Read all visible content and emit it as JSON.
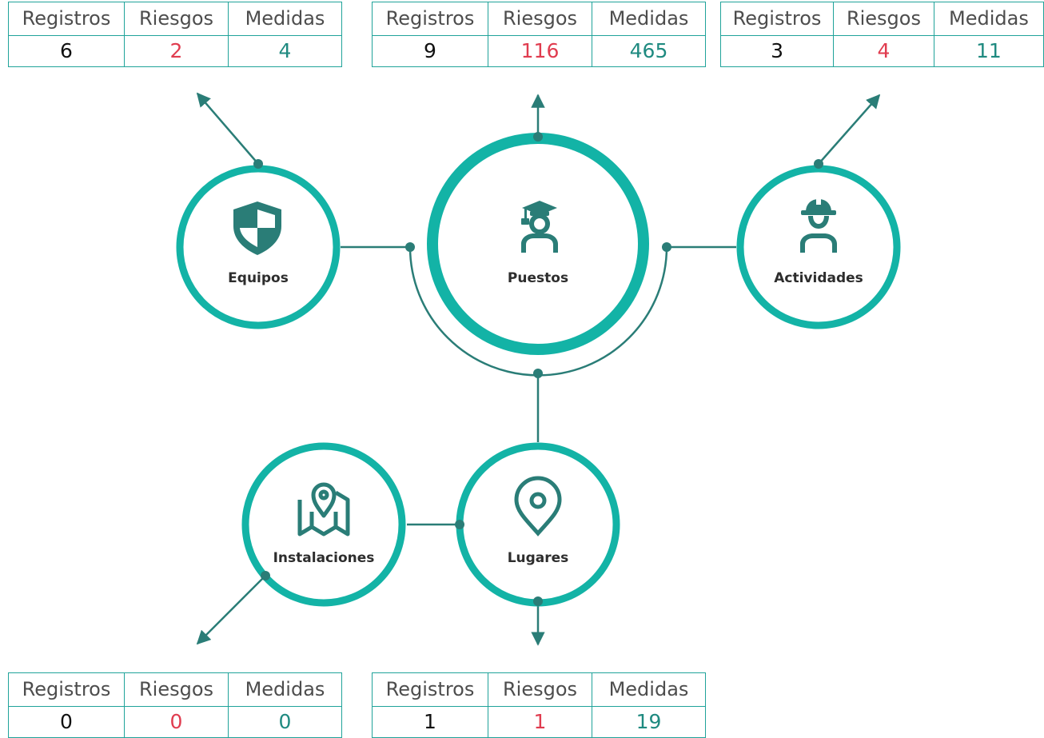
{
  "colors": {
    "ring": "#13b3a6",
    "connector": "#2a7d77",
    "icon": "#2a7d77",
    "registros": "#111111",
    "riesgos": "#e03c4f",
    "medidas": "#1f8a80"
  },
  "nodes": {
    "equipos": {
      "label": "Equipos",
      "icon": "shield-icon"
    },
    "puestos": {
      "label": "Puestos",
      "icon": "graduate-user-icon"
    },
    "actividades": {
      "label": "Actividades",
      "icon": "worker-helmet-icon"
    },
    "instalaciones": {
      "label": "Instalaciones",
      "icon": "map-pin-icon"
    },
    "lugares": {
      "label": "Lugares",
      "icon": "location-pin-icon"
    }
  },
  "tables": {
    "equipos": {
      "headers": [
        "Registros",
        "Riesgos",
        "Medidas"
      ],
      "registros": "6",
      "riesgos": "2",
      "medidas": "4"
    },
    "puestos": {
      "headers": [
        "Registros",
        "Riesgos",
        "Medidas"
      ],
      "registros": "9",
      "riesgos": "116",
      "medidas": "465"
    },
    "actividades": {
      "headers": [
        "Registros",
        "Riesgos",
        "Medidas"
      ],
      "registros": "3",
      "riesgos": "4",
      "medidas": "11"
    },
    "instalaciones": {
      "headers": [
        "Registros",
        "Riesgos",
        "Medidas"
      ],
      "registros": "0",
      "riesgos": "0",
      "medidas": "0"
    },
    "lugares": {
      "headers": [
        "Registros",
        "Riesgos",
        "Medidas"
      ],
      "registros": "1",
      "riesgos": "1",
      "medidas": "19"
    }
  }
}
